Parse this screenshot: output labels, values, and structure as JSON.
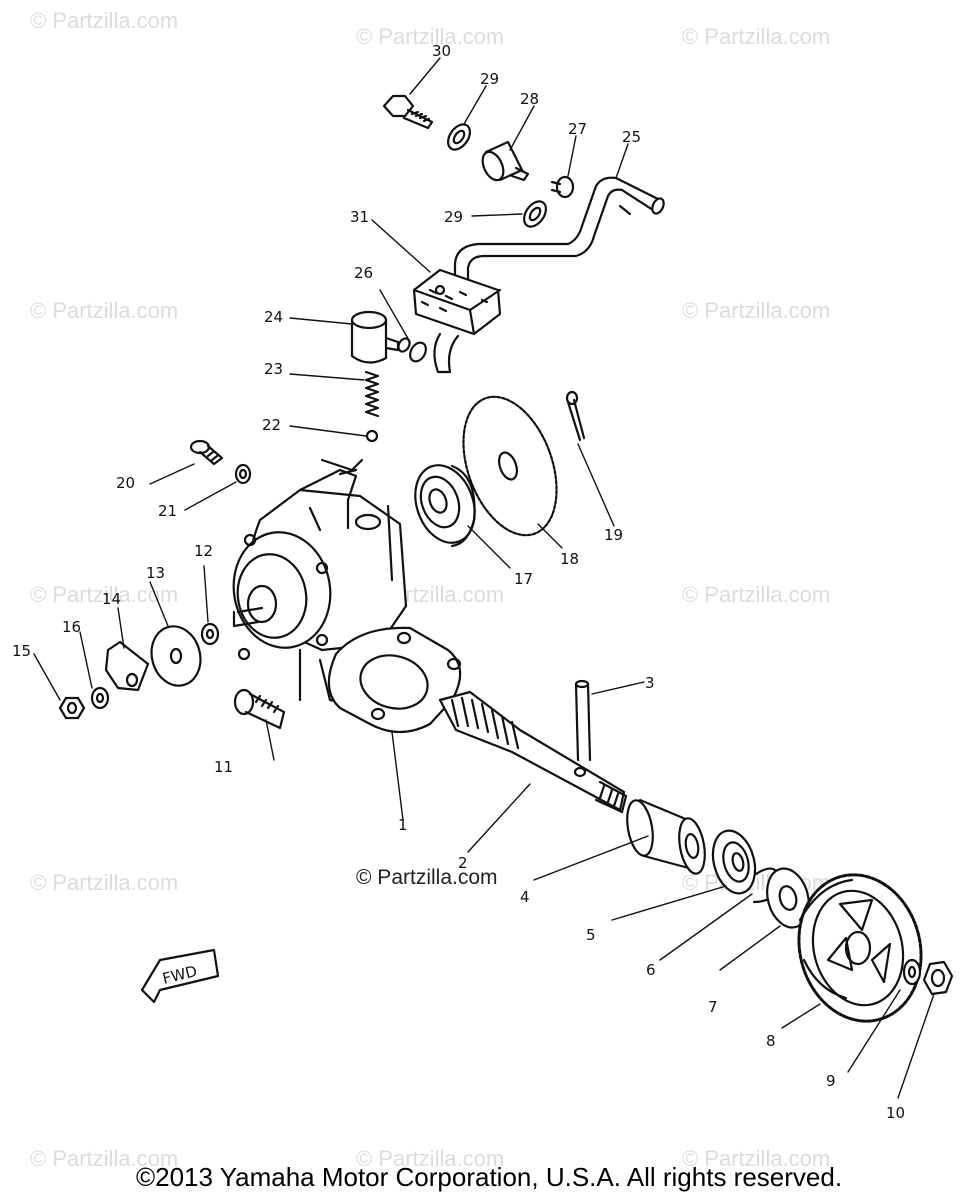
{
  "watermark": "© Partzilla.com",
  "copyright": "©2013 Yamaha Motor Corporation, U.S.A. All rights reserved.",
  "fwd_label": "FWD",
  "callouts": [
    "1",
    "2",
    "3",
    "4",
    "5",
    "6",
    "7",
    "8",
    "9",
    "10",
    "11",
    "12",
    "13",
    "14",
    "15",
    "16",
    "17",
    "18",
    "19",
    "20",
    "21",
    "22",
    "23",
    "24",
    "25",
    "26",
    "27",
    "28",
    "29",
    "29",
    "30",
    "31"
  ]
}
